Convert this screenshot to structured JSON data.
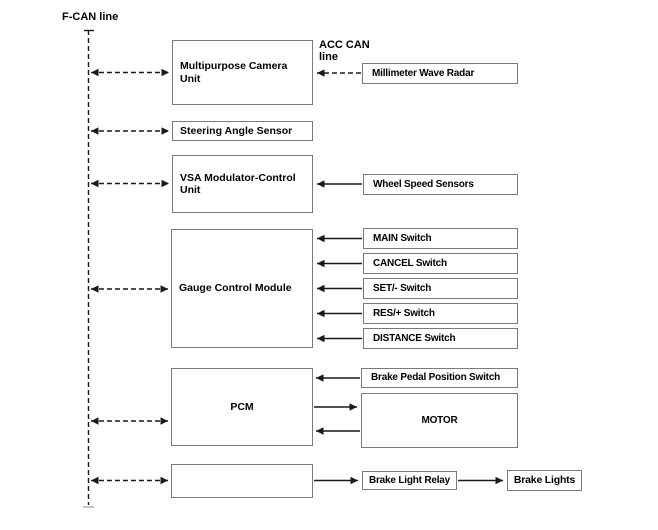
{
  "diagram": {
    "bus_label": "F-CAN line",
    "acc_can_label": "ACC CAN\nline",
    "boxes": {
      "camera": "Multipurpose Camera\nUnit",
      "radar": "Millimeter Wave Radar",
      "steering": "Steering Angle Sensor",
      "vsa": "VSA Modulator-Control\nUnit",
      "wheel_speed": "Wheel Speed Sensors",
      "gauge": "Gauge Control Module",
      "main_switch": "MAIN Switch",
      "cancel_switch": "CANCEL Switch",
      "set_switch": "SET/- Switch",
      "res_switch": "RES/+ Switch",
      "distance_switch": "DISTANCE Switch",
      "pcm": "PCM",
      "brake_pedal_switch": "Brake Pedal Position Switch",
      "motor": "MOTOR",
      "brake_light_relay": "Brake Light Relay",
      "brake_lights": "Brake Lights"
    },
    "colors": {
      "wire": "#1a1a1a",
      "box_border": "#7a7a7a",
      "text": "#000000"
    }
  }
}
